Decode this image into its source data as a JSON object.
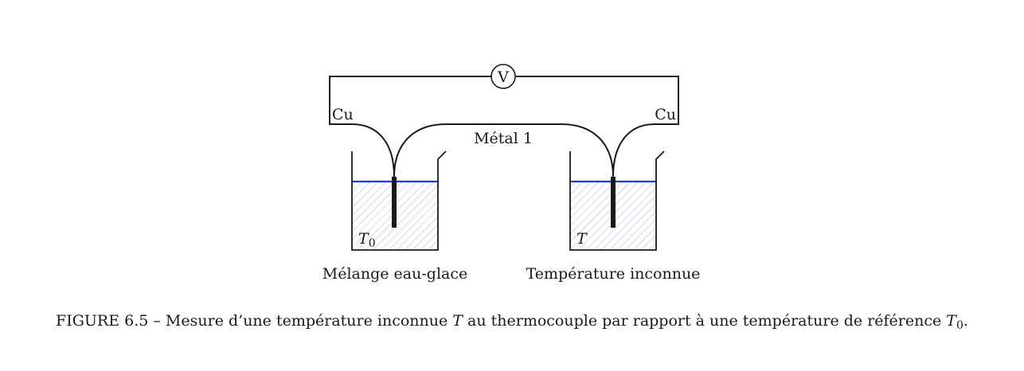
{
  "diagram": {
    "voltmeter_label": "V",
    "left_wire_label": "Cu",
    "right_wire_label": "Cu",
    "middle_wire_label": "Métal 1",
    "left_bath_temp_label": "T",
    "left_bath_temp_subscript": "0",
    "right_bath_temp_label": "T",
    "left_bath_caption": "Mélange eau-glace",
    "right_bath_caption": "Température inconnue",
    "colors": {
      "wire": "#1a1a1a",
      "water_surface": "#1f3fd0",
      "hatch": "#b6bce8"
    }
  },
  "caption": {
    "prefix": "FIGURE 6.5 – Mesure d’une température inconnue ",
    "var1": "T",
    "middle": " au thermocouple par rapport à une température de référence ",
    "var2": "T",
    "var2_subscript": "0",
    "suffix": "."
  }
}
